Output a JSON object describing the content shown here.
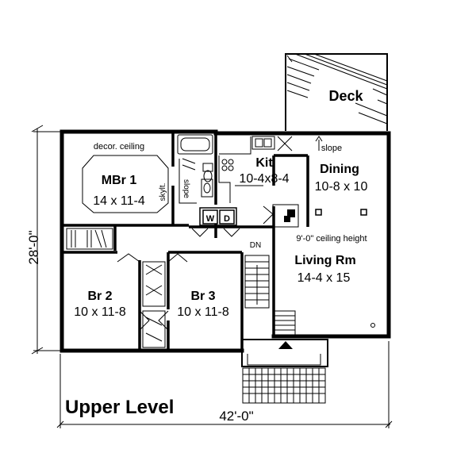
{
  "dimensions": {
    "height": "28'-0\"",
    "width": "42'-0\""
  },
  "level_title": "Upper Level",
  "rooms": {
    "deck": {
      "name": "Deck"
    },
    "master_bedroom": {
      "name": "MBr 1",
      "size": "14 x 11-4",
      "note": "decor. ceiling"
    },
    "kitchen": {
      "name": "Kit",
      "size": "10-4x8-4"
    },
    "dining": {
      "name": "Dining",
      "size": "10-8 x 10",
      "note": "slope"
    },
    "living": {
      "name": "Living Rm",
      "size": "14-4 x 15",
      "note": "9'-0\" ceiling height"
    },
    "bedroom_2": {
      "name": "Br 2",
      "size": "10 x 11-8"
    },
    "bedroom_3": {
      "name": "Br 3",
      "size": "10 x 11-8"
    }
  },
  "fixtures": {
    "skylight": "skylt.",
    "slope": "slope",
    "washer": "W",
    "dryer": "D",
    "stairs_down": "DN"
  }
}
